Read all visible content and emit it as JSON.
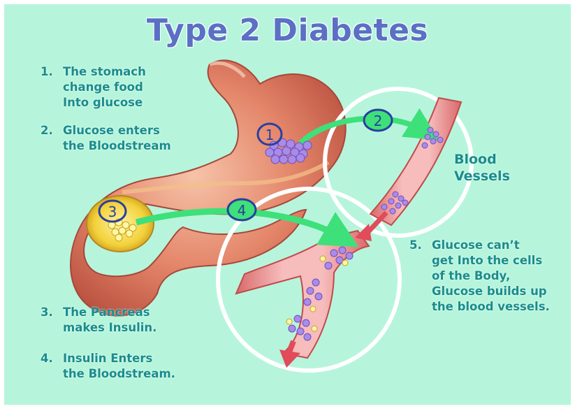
{
  "title": "Type 2 Diabetes",
  "steps": [
    {
      "number": "1.",
      "lines": [
        "The stomach",
        "change food",
        "Into glucose"
      ]
    },
    {
      "number": "2.",
      "lines": [
        "Glucose enters",
        "the Bloodstream"
      ]
    },
    {
      "number": "3.",
      "lines": [
        "The Pancreas",
        "makes Insulin."
      ]
    },
    {
      "number": "4.",
      "lines": [
        "Insulin Enters",
        "the Bloodstream."
      ]
    },
    {
      "number": "5.",
      "lines": [
        "Glucose can’t",
        "get Into the cells",
        "of the Body,",
        "Glucose builds up",
        "the blood vessels."
      ]
    }
  ],
  "labels": {
    "blood_vessels_line1": "Blood",
    "blood_vessels_line2": "Vessels"
  },
  "markers": [
    "1",
    "2",
    "3",
    "4"
  ],
  "colors": {
    "background": "#b6f5dc",
    "title": "#5b70c4",
    "text": "#198c8c",
    "arrow": "#3ee07a",
    "marker": "#2b3f9e",
    "glucose": "#a98be8",
    "insulin": "#fff08a",
    "vessel": "#f2a0a0"
  }
}
